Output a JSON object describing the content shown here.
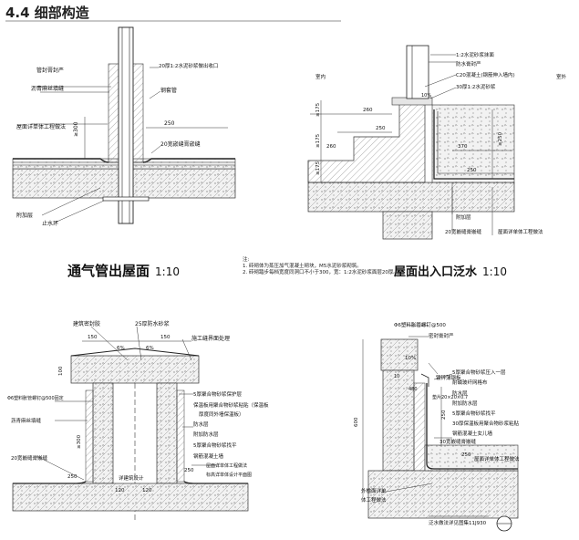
{
  "section": {
    "heading": "4.4 细部构造"
  },
  "details": [
    {
      "caption": "通气管出屋面",
      "scale": "1:10",
      "labels": [
        "管封膏封严",
        "20厚1:2水泥砂浆做出收口",
        "沥青麻丝填缝",
        "钢套管",
        "屋面详单体工程做法",
        "附加层",
        "止水环",
        "20宽嵌缝膏嵌缝"
      ],
      "dims": [
        "≥300",
        "250"
      ]
    },
    {
      "caption": "屋面出入口泛水",
      "scale": "1:10",
      "labels": [
        "1:2水泥砂浆抹面",
        "防水膏封严",
        "C20混凝土(钢筋伸入墙内)",
        "30厚1:2水泥砂浆",
        "室内",
        "室外",
        "附加层",
        "20宽嵌缝膏嵌缝",
        "屋面详单体工程做法"
      ],
      "dims": [
        "≥175",
        "≥175",
        "≥175",
        "260",
        "250",
        "260",
        "370",
        "≥250",
        "250",
        "10%"
      ],
      "notes": [
        "注:",
        "1. 砖砌体为蒸压加气混凝土砌块，M5水泥砂浆砌筑。",
        "2. 砖砌踏步每档宽度同洞口不小于300，宽：1:2水泥砂浆面层20厚。"
      ]
    },
    {
      "caption": "",
      "scale": "",
      "labels": [
        "建筑密封胶",
        "25厚防水砂浆",
        "施工缝界面处理",
        "Φ6塑料胀管螺钉@500固定",
        "5厚聚合物砂浆保护层",
        "保温板用聚合物砂浆粘贴（保温板",
        "厚度同外墙保温板）",
        "防水层",
        "附加防水层",
        "5厚聚合物砂浆找平",
        "钢筋混凝土墙",
        "沥青麻丝填缝",
        "20宽嵌缝膏嵌缝",
        "详建筑设计",
        "屋面详单体工程做法",
        "标高详单体设计平面图"
      ],
      "dims": [
        "150",
        "150",
        "6%",
        "6%",
        "100",
        "≥300",
        "250",
        "120",
        "120",
        "250"
      ]
    },
    {
      "caption": "",
      "scale": "",
      "labels": [
        "Φ6塑料胀管螺钉@500",
        "密封膏封严",
        "镀锌薄钢板",
        "5厚聚合物砂浆压入一层",
        "耐碱玻纤网格布",
        "防水层",
        "附加防水层",
        "5厚聚合物砂浆找平",
        "30厚保温板用聚合物砂浆粘贴",
        "钢筋混凝土女儿墙",
        "30宽嵌缝膏嵌缝",
        "外檐面详单",
        "体工程做法",
        "屋面详单体工程做法",
        "泛水做法详见图集11J930",
        "垫片20×20×0.7",
        "10%",
        "10",
        "480"
      ],
      "dims": [
        "600",
        "250",
        "250"
      ]
    }
  ]
}
